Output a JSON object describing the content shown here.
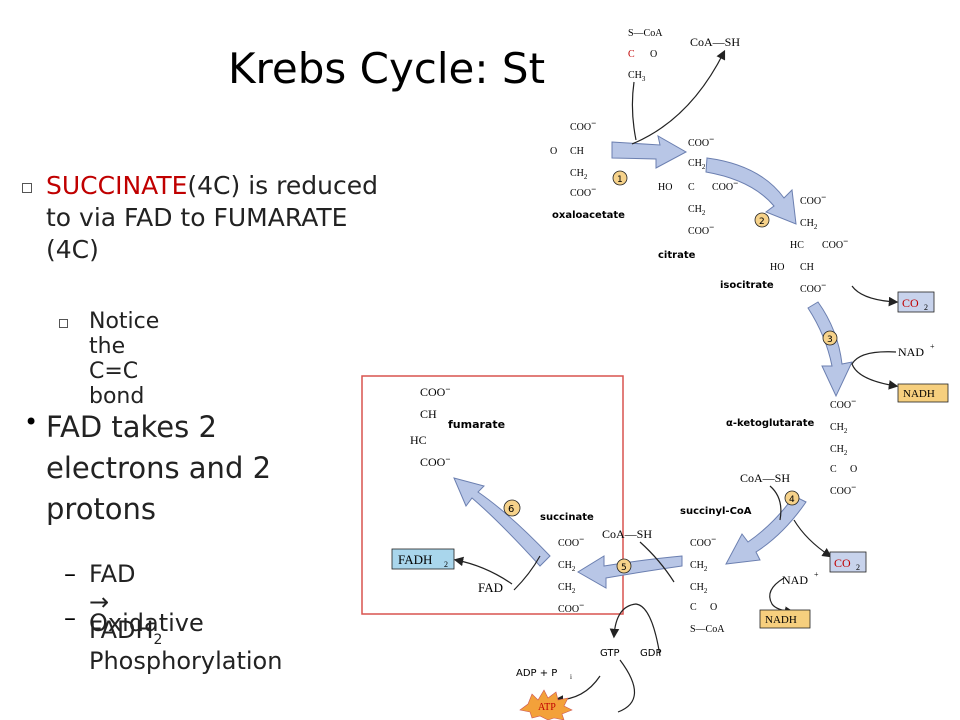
{
  "slide": {
    "title": "Krebs Cycle: St"
  },
  "bullets": {
    "b1_highlight": "SUCCINATE",
    "b1_rest": "(4C) is reduced to via FAD to FUMARATE (4C)",
    "b1_sub": "Notice the C=C bond",
    "b2_text": "FAD takes 2 electrons and 2 protons",
    "sub2_a_part1": "FAD ",
    "sub2_a_arrow": "→",
    "sub2_a_part2": " FADH",
    "sub2_a_subscript": "2",
    "sub2_b": "Oxidative Phosphorylation"
  },
  "diagram": {
    "molecules": {
      "oxaloacetate": "oxaloacetate",
      "citrate": "citrate",
      "isocitrate": "isocitrate",
      "alpha_ketoglutarate": "α-ketoglutarate",
      "succinyl_coa": "succinyl-CoA",
      "succinate": "succinate",
      "fumarate": "fumarate"
    },
    "steps": [
      "1",
      "2",
      "3",
      "4",
      "5",
      "6"
    ],
    "cofactors": {
      "coa_sh": "CoA—SH",
      "co2": "CO",
      "co2_sub": "2",
      "nad": "NAD",
      "nad_sup": "+",
      "nadh": "NADH",
      "fadh2": "FADH",
      "fadh2_sub": "2",
      "fad": "FAD",
      "gtp": "GTP",
      "gdp": "GDP",
      "adp": "ADP + P",
      "adp_sub": "i",
      "atp": "ATP"
    },
    "atoms": {
      "coo": "COO",
      "coo_neg": "−",
      "ch": "CH",
      "ch2": "CH",
      "ch2_sub": "2",
      "c": "C",
      "hc": "HC",
      "ho": "HO",
      "o": "O",
      "s": "S",
      "s_coa": "S—CoA",
      "ch3": "CH",
      "ch3_sub": "3"
    },
    "colors": {
      "arrow_blue": "#b8c6e6",
      "arrow_stroke": "#6b7fb0",
      "co2_box": "#c8d3ec",
      "nadh_box": "#f6cf7e",
      "fadh2_box": "#a9d6ec",
      "atp_star": "#f3a13a",
      "highlight_red": "#c00000",
      "frame_red": "#d9534f"
    }
  }
}
